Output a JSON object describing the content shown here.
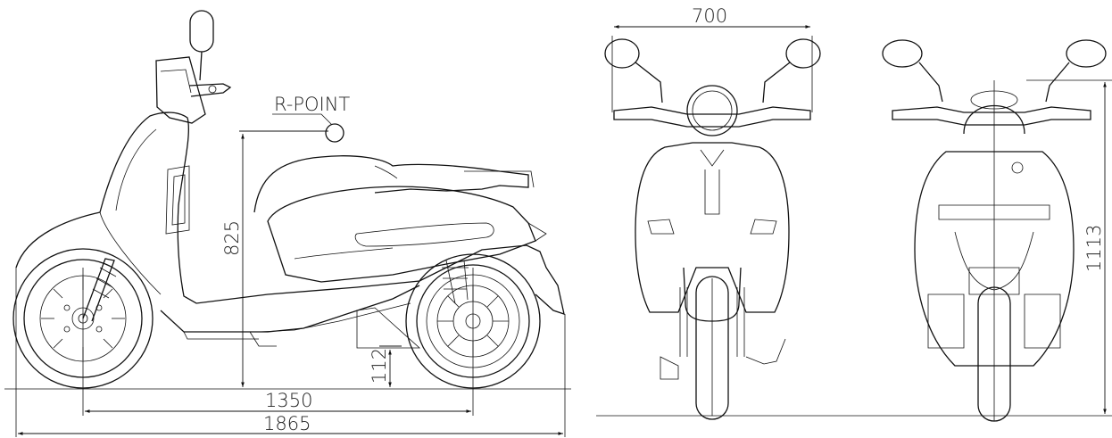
{
  "labels": {
    "r_point": "R-POINT",
    "wheelbase": "1350",
    "overall_length": "1865",
    "seat_height": "825",
    "ground_clearance": "112",
    "handlebar_width": "700",
    "overall_height": "1113"
  }
}
